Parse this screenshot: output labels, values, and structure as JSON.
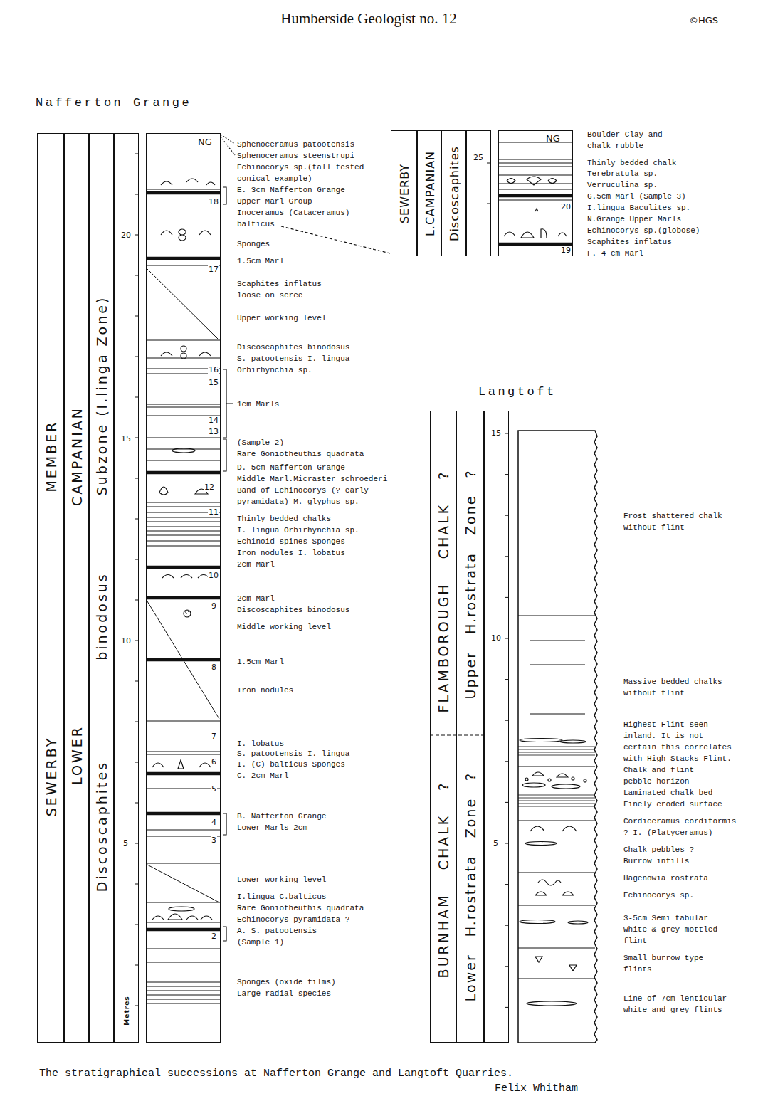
{
  "diagram": {
    "title": "Humberside Geologist no. 12",
    "caption": "The stratigraphical successions at Nafferton Grange and Langtoft Quarries.",
    "nodes": [
      {
        "text": [
          "SEWERBY",
          "MEMBER"
        ]
      },
      {
        "text": [
          "LOWER",
          "CAMPANIAN"
        ]
      },
      {
        "text": [
          "Discoscaphites",
          "binodosus",
          "Subzone (I.linga Zone)"
        ]
      },
      {
        "text": [
          "20",
          "15",
          "10",
          "5",
          "Metres"
        ]
      },
      {
        "text": [
          "NG",
          "18",
          "17",
          "16",
          "15",
          "14",
          "13",
          "12",
          "11",
          "10",
          "9",
          "8",
          "7",
          "6",
          "5",
          "4",
          "3",
          "2"
        ]
      },
      {
        "text": [
          "SEWERBY"
        ]
      },
      {
        "text": [
          "L.CAMPANIAN"
        ]
      },
      {
        "text": [
          "Discoscaphites"
        ]
      },
      {
        "text": [
          "25"
        ]
      },
      {
        "text": [
          "NG",
          "20",
          "19"
        ]
      },
      {
        "text": [
          "BURNHAM CHALK ?",
          "FLAMBOROUGH CHALK ?"
        ]
      },
      {
        "text": [
          "Lower H.rostrata Zone ?",
          "Upper H.rostrata Zone ?"
        ]
      },
      {
        "text": [
          "15",
          "10",
          "5"
        ]
      }
    ],
    "labels": [
      "Nafferton Grange",
      "©HGS",
      "Sphenoceramus patootensis",
      "Sphenoceramus steenstrupi",
      "Echinocorys sp.(tall tested conical example)",
      "E. 3cm Nafferton Grange Upper Marl Group",
      "Inoceramus (Cataceramus) balticus",
      "Sponges",
      "1.5cm Marl",
      "Scaphites inflatus loose on scree",
      "Upper working level",
      "Discoscaphites binodosus",
      "S. patootensis I. lingua",
      "Orbirhynchia sp.",
      "1cm Marls",
      "(Sample 2)",
      "Rare Goniotheuthis quadrata",
      "D. 5cm Nafferton Grange",
      "Middle Marl.Micraster schroederi",
      "Band of Echinocorys (? early pyramidata) M. glyphus sp.",
      "Thinly bedded chalks",
      "I. lingua Orbirhynchia sp.",
      "Echinoid spines Sponges",
      "Iron nodules I. lobatus",
      "2cm Marl",
      "2cm Marl",
      "Discoscaphites binodosus",
      "Middle working level",
      "1.5cm Marl",
      "Iron nodules",
      "I. lobatus",
      "S. patootensis I. lingua",
      "I. (C) balticus Sponges",
      "C. 2cm Marl",
      "B. Nafferton Grange Lower Marls 2cm",
      "Lower working level",
      "I.lingua C.balticus",
      "Rare Goniotheuthis quadrata",
      "Echinocorys pyramidata ?",
      "A. S. patootensis",
      "(Sample 1)",
      "Sponges (oxide films)",
      "Large radial species",
      "Boulder Clay and chalk rubble",
      "Thinly bedded chalk",
      "Terebratula sp.",
      "Verruculina sp.",
      "G.5cm Marl (Sample 3)",
      "I.lingua Baculites sp.",
      "N.Grange Upper Marls",
      "Echinocorys sp.(globose)",
      "Scaphites inflatus",
      "F. 4 cm Marl",
      "Langtoft",
      "Frost shattered chalk without flint",
      "Massive bedded chalks without flint",
      "Highest Flint seen inland. It is not certain this correlates with High Stacks Flint.",
      "Chalk and flint pebble horizon",
      "Laminated chalk bed",
      "Finely eroded surface",
      "Cordiceramus cordiformis ? I. (Platyceramus)",
      "Chalk pebbles ? Burrow infills",
      "Hagenowia rostrata",
      "Echinocorys sp.",
      "3-5cm Semi tabular white & grey mottled flint",
      "Small burrow type flints",
      "Line of 7cm lenticular white and grey flints",
      "Felix Whitham"
    ]
  }
}
